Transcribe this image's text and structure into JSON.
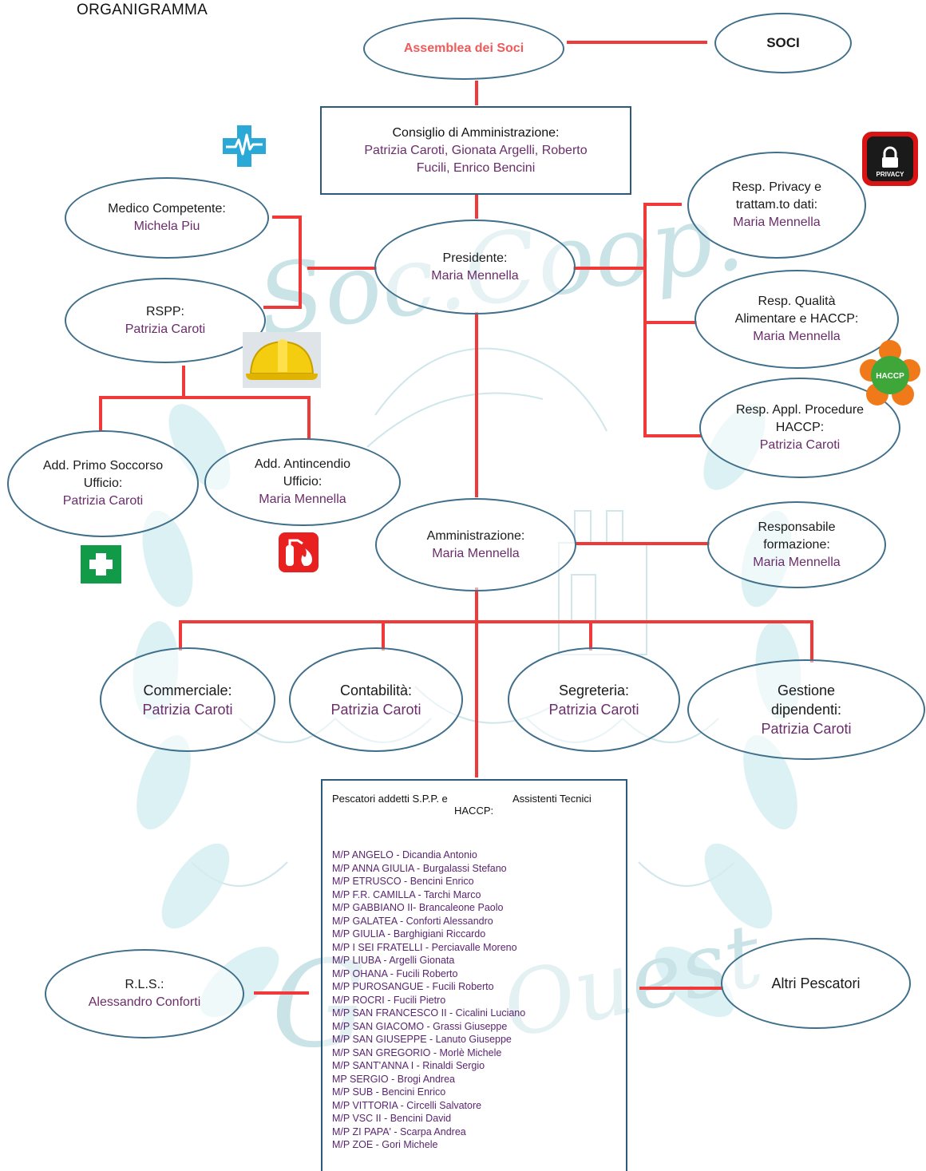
{
  "title": "ORGANIGRAMMA",
  "watermark": {
    "text1": "Soc.Coop.",
    "text2": "Ouest",
    "text3": "G"
  },
  "assemblea": "Assemblea dei Soci",
  "soci": "SOCI",
  "consiglio": {
    "heading": "Consiglio di Amministrazione:",
    "line1": "Patrizia Caroti, Gionata Argelli, Roberto",
    "line2": "Fucili, Enrico Bencini"
  },
  "medico": {
    "role": "Medico Competente:",
    "name": "Michela Piu"
  },
  "rspp": {
    "role": "RSPP:",
    "name": "Patrizia Caroti"
  },
  "presidente": {
    "role": "Presidente:",
    "name": "Maria Mennella"
  },
  "privacy": {
    "role1": "Resp. Privacy e",
    "role2": "trattam.to dati:",
    "name": "Maria Mennella"
  },
  "qualita": {
    "role1": "Resp. Qualità",
    "role2": "Alimentare e HACCP:",
    "name": "Maria Mennella"
  },
  "procedure": {
    "role1": "Resp. Appl. Procedure",
    "role2": "HACCP:",
    "name": "Patrizia Caroti"
  },
  "primo_soccorso": {
    "role1": "Add. Primo Soccorso",
    "role2": "Ufficio:",
    "name": "Patrizia Caroti"
  },
  "antincendio": {
    "role1": "Add. Antincendio",
    "role2": "Ufficio:",
    "name": "Maria Mennella"
  },
  "amministrazione": {
    "role": "Amministrazione:",
    "name": "Maria Mennella"
  },
  "formazione": {
    "role1": "Responsabile",
    "role2": "formazione:",
    "name": "Maria Mennella"
  },
  "commerciale": {
    "role": "Commerciale:",
    "name": "Patrizia Caroti"
  },
  "contabilita": {
    "role": "Contabilità:",
    "name": "Patrizia Caroti"
  },
  "segreteria": {
    "role": "Segreteria:",
    "name": "Patrizia Caroti"
  },
  "gestione": {
    "role1": "Gestione",
    "role2": "dipendenti:",
    "name": "Patrizia Caroti"
  },
  "rls": {
    "role": "R.L.S.:",
    "name": "Alessandro Conforti"
  },
  "altri": "Altri Pescatori",
  "pescatori": {
    "heading_a": "Pescatori addetti S.P.P. e",
    "heading_b": "Assistenti Tecnici",
    "heading_c": "HACCP:",
    "boats": [
      "M/P ANGELO - Dicandia Antonio",
      "M/P ANNA GIULIA - Burgalassi Stefano",
      "M/P ETRUSCO - Bencini Enrico",
      "M/P F.R. CAMILLA - Tarchi Marco",
      "M/P GABBIANO II- Brancaleone Paolo",
      "M/P GALATEA - Conforti Alessandro",
      "M/P GIULIA - Barghigiani Riccardo",
      "M/P I SEI FRATELLI  - Perciavalle Moreno",
      "M/P LIUBA - Argelli Gionata",
      "M/P OHANA - Fucili Roberto",
      "M/P PUROSANGUE - Fucili Roberto",
      "M/P ROCRI - Fucili Pietro",
      "M/P SAN FRANCESCO II - Cicalini Luciano",
      "M/P SAN GIACOMO - Grassi Giuseppe",
      "M/P SAN GIUSEPPE - Lanuto Giuseppe",
      "M/P SAN GREGORIO - Morlè Michele",
      "M/P SANT'ANNA I - Rinaldi Sergio",
      "MP SERGIO - Brogi Andrea",
      "M/P SUB - Bencini Enrico",
      "M/P VITTORIA - Circelli Salvatore",
      "M/P VSC II - Bencini David",
      "M/P ZI PAPA' - Scarpa Andrea",
      "M/P ZOE - Gori Michele"
    ]
  },
  "icons": {
    "privacy_badge": "PRIVACY",
    "haccp_badge": "HACCP"
  },
  "colors": {
    "line": "#f03a3a",
    "border": "#3f6f8a",
    "name": "#6b2d6b",
    "assemblea": "#f05a5a"
  }
}
